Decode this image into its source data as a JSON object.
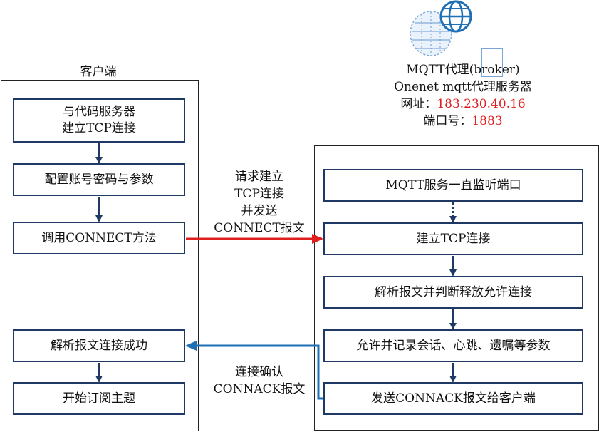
{
  "client": {
    "title": "客户端",
    "steps": [
      "与代码服务器\n建立TCP连接",
      "配置账号密码与参数",
      "调用CONNECT方法",
      "解析报文连接成功",
      "开始订阅主题"
    ]
  },
  "broker": {
    "line1": "MQTT代理(broker)",
    "line2": "Onenet mqtt代理服务器",
    "address_label": "网址：",
    "address_value": "183.230.40.16",
    "port_label": "端口号：",
    "port_value": "1883",
    "steps": [
      "MQTT服务一直监听端口",
      "建立TCP连接",
      "解析报文并判断释放允许连接",
      "允许并记录会话、心跳、遗嘱等参数",
      "发送CONNACK报文给客户端"
    ]
  },
  "messages": {
    "request": [
      "请求建立",
      "TCP连接",
      "并发送",
      "CONNECT报文"
    ],
    "ack": [
      "连接确认",
      "CONNACK报文"
    ]
  },
  "colors": {
    "box_border": "#1f3864",
    "request_arrow": "#e02020",
    "ack_arrow": "#1f6fb5",
    "highlight": "#e02020"
  },
  "icons": [
    "globe-icon",
    "network-globe-icon"
  ]
}
